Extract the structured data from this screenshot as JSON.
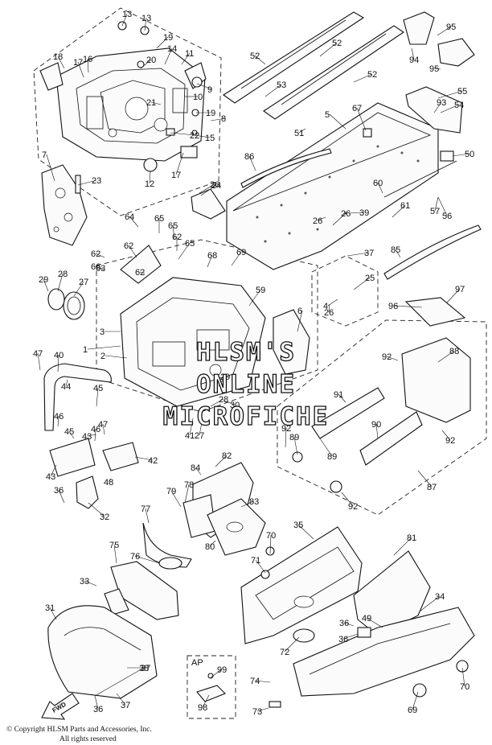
{
  "watermark": {
    "line1": "HLSM'S",
    "line2": "ONLINE",
    "line3": "MICROFICHE"
  },
  "copyright": {
    "line1": "© Copyright HLSM Parts and Accessories, Inc.",
    "line2": "All rights reserved"
  },
  "fwd_label": "FWD",
  "ap_box_label": "AP",
  "callouts": [
    "1",
    "2",
    "3",
    "4",
    "5",
    "6",
    "7",
    "8",
    "9",
    "10",
    "11",
    "12",
    "13",
    "13",
    "14",
    "15",
    "16",
    "17",
    "17",
    "18",
    "19",
    "19",
    "20",
    "21",
    "22",
    "23",
    "24",
    "25",
    "26",
    "26",
    "26",
    "26",
    "27",
    "27",
    "28",
    "28",
    "29",
    "29",
    "30",
    "31",
    "32",
    "33",
    "34",
    "35",
    "36",
    "36",
    "36",
    "36",
    "37",
    "37",
    "37",
    "38",
    "39",
    "40",
    "41",
    "42",
    "43",
    "43",
    "44",
    "45",
    "45",
    "46",
    "46",
    "47",
    "47",
    "48",
    "49",
    "50",
    "51",
    "52",
    "52",
    "52",
    "53",
    "54",
    "55",
    "56",
    "57",
    "59",
    "60",
    "61",
    "62",
    "62",
    "62",
    "62",
    "63",
    "64",
    "65",
    "65",
    "65",
    "66",
    "67",
    "68",
    "69",
    "69",
    "70",
    "70",
    "71",
    "72",
    "73",
    "74",
    "75",
    "76",
    "77",
    "78",
    "79",
    "80",
    "81",
    "82",
    "83",
    "84",
    "85",
    "86",
    "87",
    "88",
    "89",
    "89",
    "90",
    "91",
    "92",
    "92",
    "92",
    "92",
    "93",
    "94",
    "95",
    "95",
    "96",
    "97",
    "98",
    "99"
  ]
}
